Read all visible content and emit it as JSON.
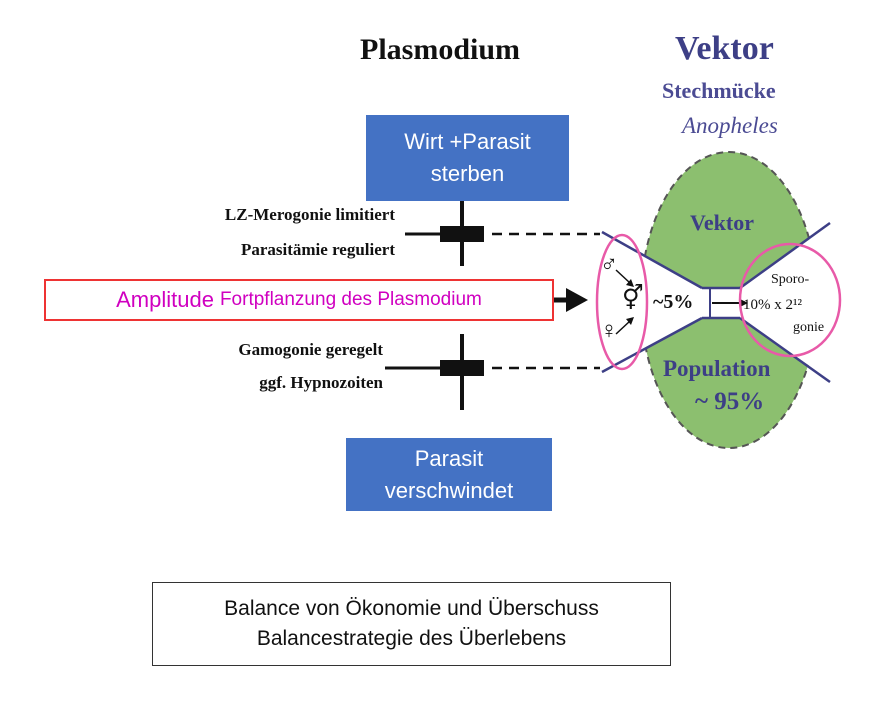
{
  "titles": {
    "plasmodium": "Plasmodium",
    "vektor": "Vektor",
    "stechmuecke": "Stechmücke",
    "anopheles": "Anopheles"
  },
  "boxes": {
    "wirt_line1": "Wirt +Parasit",
    "wirt_line2": "sterben",
    "parasit_line1": "Parasit",
    "parasit_line2": "verschwindet"
  },
  "labels": {
    "lz_merogonie": "LZ-Merogonie limitiert",
    "parasitaemie": "Parasitämie reguliert",
    "gamogonie": "Gamogonie geregelt",
    "hypnozoiten": "ggf. Hypnozoiten"
  },
  "amplitude": {
    "word": "Amplitude",
    "rest": "Fortpflanzung des Plasmodium"
  },
  "vector_shape": {
    "vektor": "Vektor",
    "population": "Population",
    "percent_95": "~ 95%",
    "percent_5": "~5%",
    "sporo_line1": "Sporo-",
    "sporo_line2": "10% x 2¹²",
    "sporo_line3": "gonie",
    "male_symbol": "♂",
    "hermaphrodite_symbol": "⚥",
    "female_symbol": "♀"
  },
  "balance": {
    "line1": "Balance von Ökonomie und Überschuss",
    "line2": "Balancestrategie des Überlebens"
  },
  "colors": {
    "box_blue": "#4472c4",
    "navy_text": "#3d3f86",
    "green_fill": "#8cbf6f",
    "pink_outline": "#e85aa8",
    "magenta_text": "#d000c0",
    "red_border": "#e33333"
  }
}
